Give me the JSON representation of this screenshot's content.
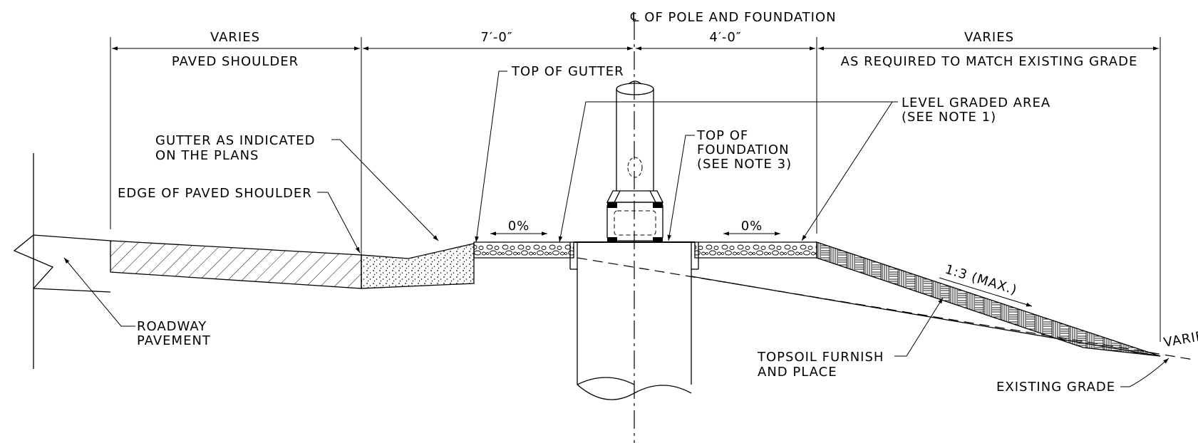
{
  "labels": {
    "centerline": "℄ OF POLE AND FOUNDATION",
    "dim_varies_left": "VARIES",
    "dim_7ft": "7′-0″",
    "dim_4ft": "4′-0″",
    "dim_varies_right": "VARIES",
    "paved_shoulder": "PAVED SHOULDER",
    "match_grade": "AS REQUIRED TO MATCH EXISTING GRADE",
    "top_of_gutter": "TOP OF GUTTER",
    "level_graded_area_1": "LEVEL GRADED AREA",
    "level_graded_area_2": "(SEE NOTE 1)",
    "gutter_1": "GUTTER AS INDICATED",
    "gutter_2": "ON THE PLANS",
    "top_foundation_1": "TOP OF",
    "top_foundation_2": "FOUNDATION",
    "top_foundation_3": "(SEE NOTE 3)",
    "edge_paved_shoulder": "EDGE OF PAVED SHOULDER",
    "slope_left": "0%",
    "slope_right": "0%",
    "slope_max": "1:3 (MAX.)",
    "roadway_1": "ROADWAY",
    "roadway_2": "PAVEMENT",
    "topsoil_1": "TOPSOIL FURNISH",
    "topsoil_2": "AND PLACE",
    "existing_grade": "EXISTING GRADE",
    "varies_edge": "VARIES"
  }
}
